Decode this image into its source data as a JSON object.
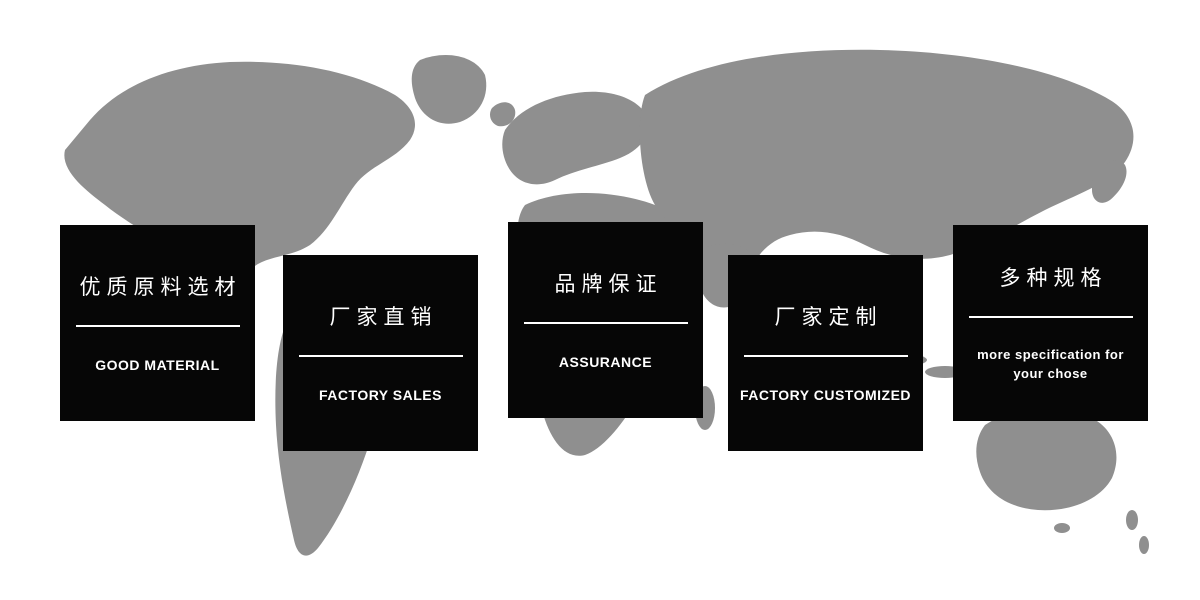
{
  "colors": {
    "map": "#8f8f8f",
    "card_bg": "#060606",
    "card_text": "#ffffff",
    "page_bg": "#ffffff"
  },
  "cards": [
    {
      "title_cn": "优质原料选材",
      "subtitle_en": "GOOD MATERIAL"
    },
    {
      "title_cn": "厂家直销",
      "subtitle_en": "FACTORY SALES"
    },
    {
      "title_cn": "品牌保证",
      "subtitle_en": "ASSURANCE"
    },
    {
      "title_cn": "厂家定制",
      "subtitle_en": "FACTORY CUSTOMIZED"
    },
    {
      "title_cn": "多种规格",
      "subtitle_en": "more specification for your chose"
    }
  ]
}
